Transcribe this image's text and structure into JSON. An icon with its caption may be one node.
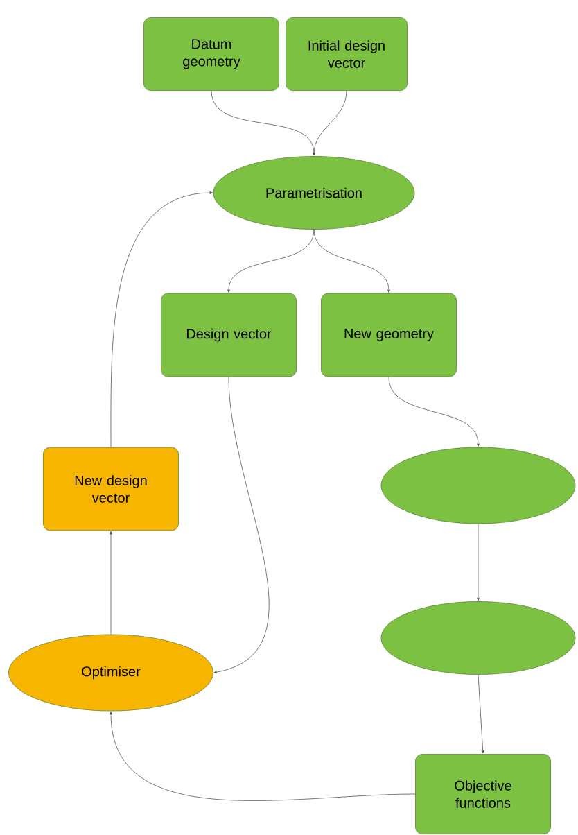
{
  "diagram": {
    "nodes": [
      {
        "text": [
          "Datum geometry"
        ]
      },
      {
        "text": [
          "Initial design vector"
        ]
      },
      {
        "text": [
          "Parametrisation"
        ]
      },
      {
        "text": [
          "Design vector"
        ]
      },
      {
        "text": [
          "New geometry"
        ]
      },
      {
        "text": [
          "New design vector"
        ]
      },
      {
        "text": [],
        "shape": "ellipse"
      },
      {
        "text": [
          "Optimiser"
        ]
      },
      {
        "text": [],
        "shape": "ellipse"
      },
      {
        "text": [
          "Objective functions"
        ]
      }
    ],
    "edges": [
      {
        "from": 0,
        "to": 2,
        "arrow": "to"
      },
      {
        "from": 1,
        "to": 2,
        "arrow": "to"
      },
      {
        "from": 2,
        "to": 3,
        "arrow": "to"
      },
      {
        "from": 2,
        "to": 4,
        "arrow": "to"
      },
      {
        "from": 4,
        "to": 6,
        "arrow": "to"
      },
      {
        "from": 6,
        "to": 8,
        "arrow": "to"
      },
      {
        "from": 8,
        "to": 9,
        "arrow": "to"
      },
      {
        "from": 9,
        "to": 7,
        "arrow": "to"
      },
      {
        "from": 3,
        "to": 7,
        "arrow": "to"
      },
      {
        "from": 7,
        "to": 5,
        "arrow": "to"
      },
      {
        "from": 5,
        "to": 2,
        "arrow": "to"
      }
    ]
  }
}
